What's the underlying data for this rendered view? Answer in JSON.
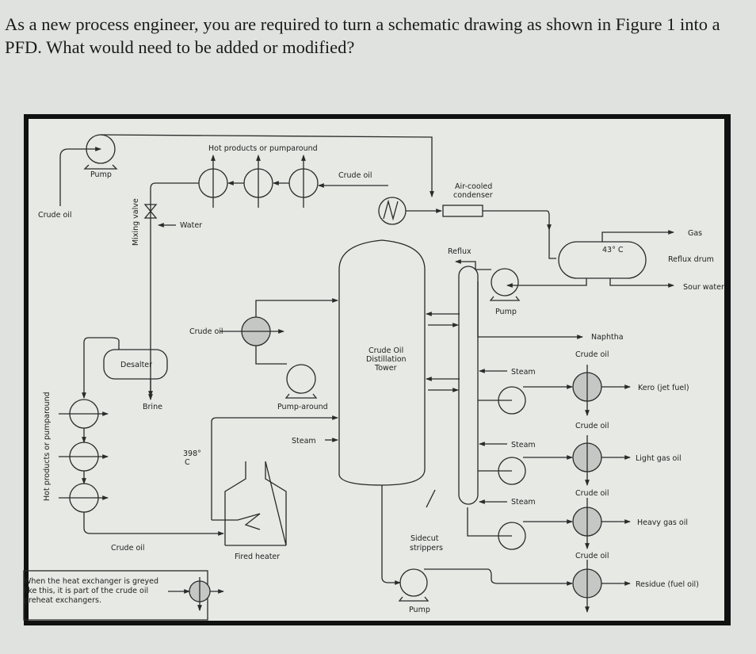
{
  "question": {
    "text": "As a new process engineer, you are required to turn a schematic drawing as shown in Figure 1 into a PFD. What would need to be added or modified?"
  },
  "figure": {
    "labels": {
      "crude_oil_feed": "Crude oil",
      "pump_top": "Pump",
      "hot_products_top": "Hot products or pumparound",
      "crude_oil_top": "Crude oil",
      "mixing_valve": "Mixing valve",
      "water": "Water",
      "air_cooled_condenser_1": "Air-cooled",
      "air_cooled_condenser_2": "condenser",
      "gas": "Gas",
      "reflux": "Reflux",
      "reflux_drum": "Reflux drum",
      "reflux_drum_temp": "43° C",
      "sour_water": "Sour water",
      "pump_reflux": "Pump",
      "crude_oil_mid": "Crude oil",
      "naphtha": "Naphtha",
      "desalter": "Desalter",
      "tower_1": "Crude Oil",
      "tower_2": "Distillation",
      "tower_3": "Tower",
      "crude_oil_kero": "Crude oil",
      "steam_1": "Steam",
      "kero": "Kero (jet fuel)",
      "brine": "Brine",
      "pump_around": "Pump-around",
      "hot_products_left": "Hot products or pumparound",
      "crude_oil_lgo": "Crude oil",
      "steam_tower": "Steam",
      "steam_2": "Steam",
      "temp_heater_1": "398°",
      "temp_heater_2": "C",
      "light_gas_oil": "Light gas oil",
      "crude_oil_hgo": "Crude oil",
      "steam_3": "Steam",
      "heavy_gas_oil": "Heavy gas oil",
      "sidecut_1": "Sidecut",
      "sidecut_2": "strippers",
      "crude_oil_bottom": "Crude oil",
      "fired_heater": "Fired heater",
      "crude_oil_residue": "Crude oil",
      "residue": "Residue (fuel oil)",
      "pump_bottom": "Pump"
    },
    "legend": {
      "text": "When the heat exchanger is greyed like this, it is part of the crude oil preheat exchangers."
    }
  }
}
